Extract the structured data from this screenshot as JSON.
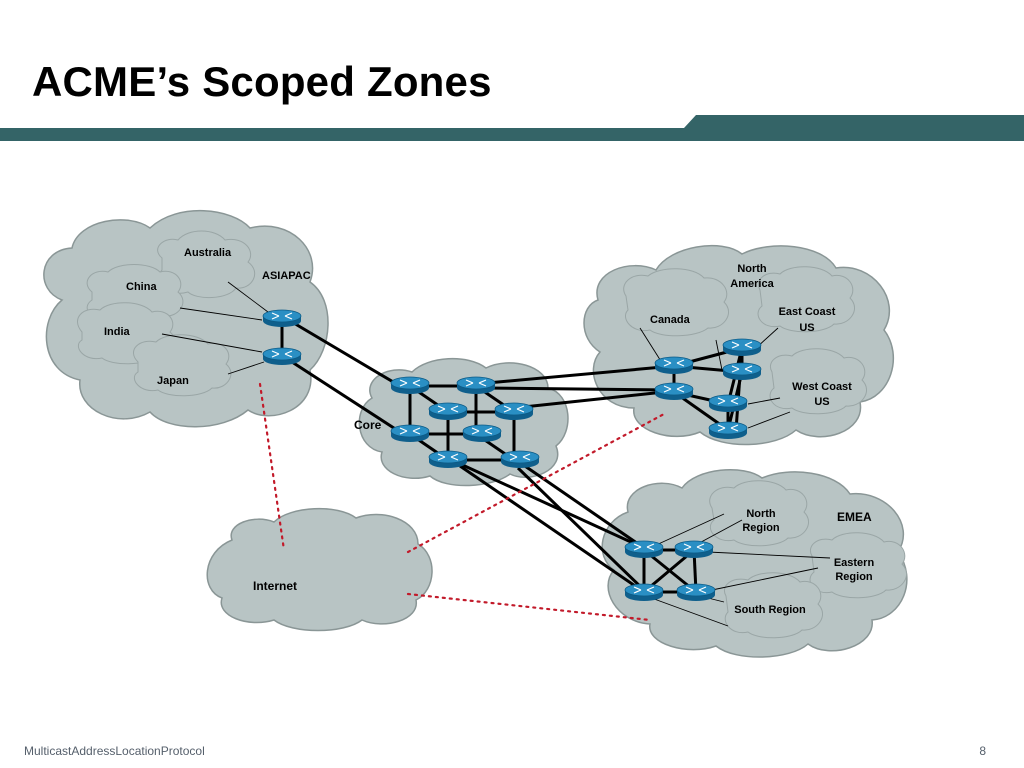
{
  "slide": {
    "title": "ACME’s Scoped Zones",
    "footer_text": "MulticastAddressLocationProtocol",
    "page_number": "8"
  },
  "colors": {
    "accent_bar": "#346467",
    "cloud_fill": "#b8c4c4",
    "cloud_stroke": "#8a9696",
    "router_fill": "#2a8fc4",
    "link": "#000000",
    "multicast_boundary": "#c21a2a"
  },
  "diagram": {
    "zones": {
      "asiapac": "ASIAPAC",
      "core": "Core",
      "north_america": [
        "North",
        "America"
      ],
      "emea": "EMEA",
      "internet": "Internet"
    },
    "subzones": {
      "australia": "Australia",
      "china": "China",
      "india": "India",
      "japan": "Japan",
      "canada": "Canada",
      "east_coast_us": [
        "East Coast",
        "US"
      ],
      "west_coast_us": [
        "West Coast",
        "US"
      ],
      "north_region": [
        "North",
        "Region"
      ],
      "eastern_region": [
        "Eastern",
        "Region"
      ],
      "south_region": "South Region"
    },
    "icons": {
      "router": "router-icon",
      "cloud": "cloud-icon"
    }
  }
}
